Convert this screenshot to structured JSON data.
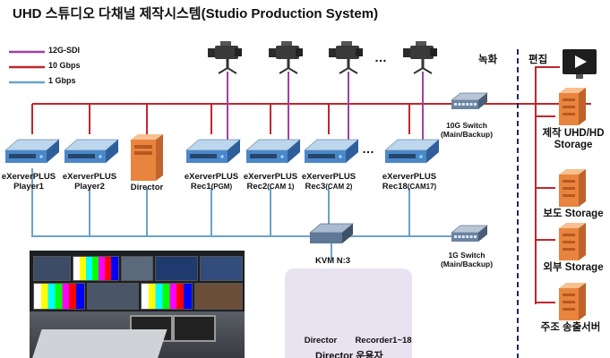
{
  "title": "UHD 스튜디오 다채널 제작시스템(Studio Production System)",
  "colors": {
    "sdi": "#a23fa6",
    "g10": "#c0262c",
    "g1": "#6aa3c8"
  },
  "legend": [
    {
      "label": "12G-SDI",
      "color": "#a23fa6"
    },
    {
      "label": "10 Gbps",
      "color": "#c0262c"
    },
    {
      "label": "1 Gbps",
      "color": "#6aa3c8"
    }
  ],
  "zones": {
    "record": "녹화",
    "edit": "편집"
  },
  "servers": [
    {
      "line1": "eXerverPLUS",
      "line2": "Player1",
      "sub": ""
    },
    {
      "line1": "eXerverPLUS",
      "line2": "Player2",
      "sub": ""
    },
    {
      "line1": "eXerverPLUS",
      "line2": "Rec1",
      "sub": "(PGM)"
    },
    {
      "line1": "eXerverPLUS",
      "line2": "Rec2",
      "sub": "(CAM 1)"
    },
    {
      "line1": "eXerverPLUS",
      "line2": "Rec3",
      "sub": "(CAM 2)"
    },
    {
      "line1": "eXerverPLUS",
      "line2": "Rec18",
      "sub": "(CAM17)"
    }
  ],
  "director_pc": "Director",
  "ellipsis": "…",
  "switch_10g": {
    "line1": "10G Switch",
    "line2": "(Main/Backup)"
  },
  "switch_1g": {
    "line1": "1G Switch",
    "line2": "(Main/Backup)"
  },
  "kvm": "KVM N:3",
  "stations": {
    "director": "Director",
    "recorder": "Recorder1~18"
  },
  "panel_caption": "Director 운용자",
  "storage": {
    "production": {
      "line1": "제작 UHD/HD",
      "line2": "Storage"
    },
    "news": "보도 Storage",
    "external": "외부 Storage",
    "sub_playout": "주조 송출서버"
  }
}
